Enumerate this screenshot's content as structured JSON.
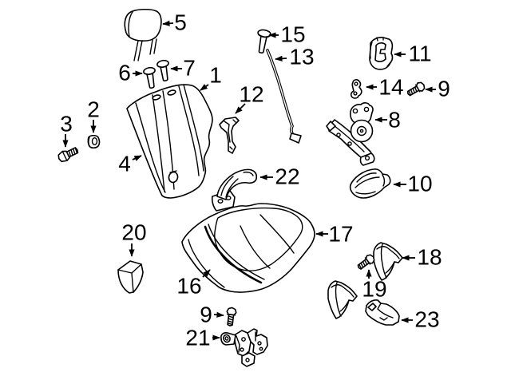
{
  "diagram": {
    "type": "exploded-parts-diagram",
    "subject": "rear seat components",
    "background_color": "#ffffff",
    "line_color": "#000000",
    "callouts": [
      {
        "label": "1"
      },
      {
        "label": "2"
      },
      {
        "label": "3"
      },
      {
        "label": "4"
      },
      {
        "label": "5"
      },
      {
        "label": "6"
      },
      {
        "label": "7"
      },
      {
        "label": "8"
      },
      {
        "label": "9"
      },
      {
        "label": "10"
      },
      {
        "label": "11"
      },
      {
        "label": "12"
      },
      {
        "label": "13"
      },
      {
        "label": "14"
      },
      {
        "label": "15"
      },
      {
        "label": "16"
      },
      {
        "label": "17"
      },
      {
        "label": "18"
      },
      {
        "label": "19"
      },
      {
        "label": "20"
      },
      {
        "label": "21"
      },
      {
        "label": "22"
      },
      {
        "label": "23"
      },
      {
        "label": "9"
      }
    ]
  }
}
